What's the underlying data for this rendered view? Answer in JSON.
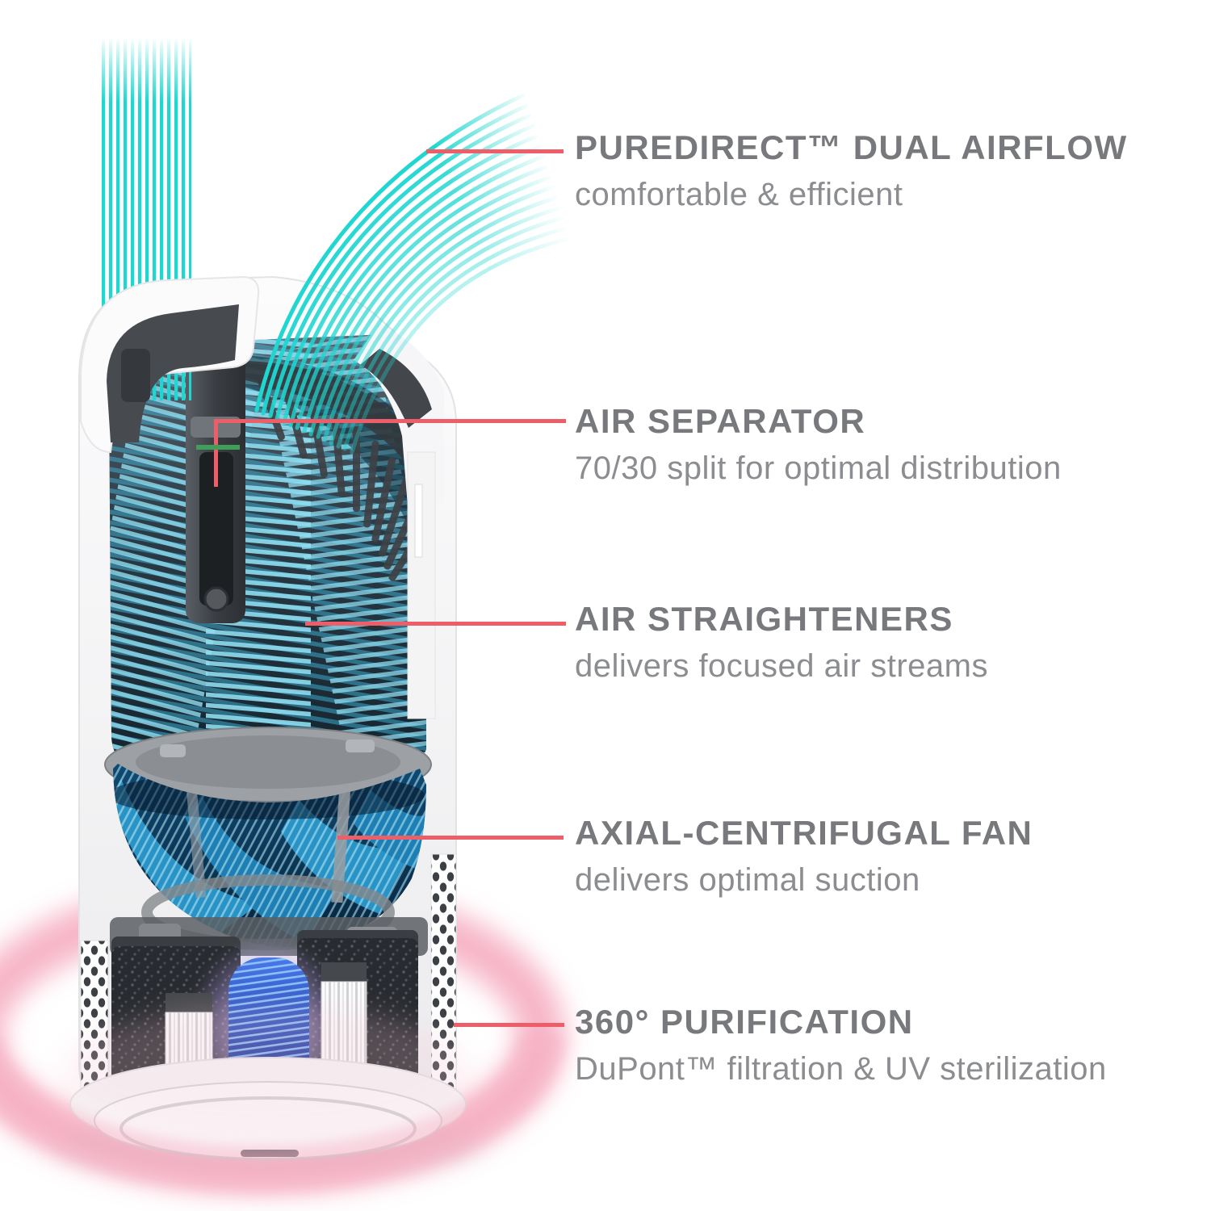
{
  "colors": {
    "accent": "#ed5e68",
    "marker-green": "#3f9e57",
    "stream-cyan": "#1fd6d0",
    "title-gray": "#77797c",
    "subtitle-gray": "#8c8d90",
    "glow-pink": "#f6aec2"
  },
  "callouts": [
    {
      "title": "PUREDIRECT™ DUAL AIRFLOW",
      "subtitle": "comfortable & efficient"
    },
    {
      "title": "AIR SEPARATOR",
      "subtitle": "70/30 split for optimal distribution"
    },
    {
      "title": "AIR STRAIGHTENERS",
      "subtitle": "delivers focused air streams"
    },
    {
      "title": "AXIAL-CENTRIFUGAL FAN",
      "subtitle": "delivers optimal suction"
    },
    {
      "title": "360° PURIFICATION",
      "subtitle": "DuPont™ filtration & UV sterilization"
    }
  ]
}
